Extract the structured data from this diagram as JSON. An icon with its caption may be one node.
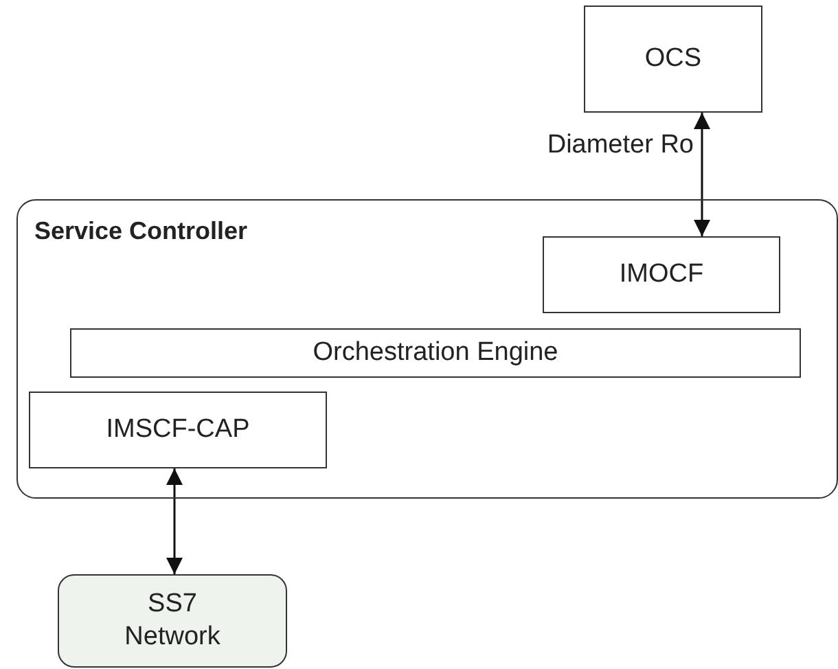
{
  "diagram": {
    "nodes": [
      {
        "text": [
          "Service Controller"
        ]
      },
      {
        "text": [
          "OCS"
        ]
      },
      {
        "text": [
          "IMOCF"
        ],
        "in": 0
      },
      {
        "text": [
          "Orchestration Engine"
        ],
        "in": 0
      },
      {
        "text": [
          "IMSCF-CAP"
        ],
        "in": 0
      },
      {
        "text": [
          "SS7 Network"
        ]
      }
    ],
    "edges": [
      {
        "from": 2,
        "to": 1,
        "arrow": "both",
        "label": "Diameter Ro"
      },
      {
        "from": 4,
        "to": 5,
        "arrow": "both"
      }
    ]
  }
}
